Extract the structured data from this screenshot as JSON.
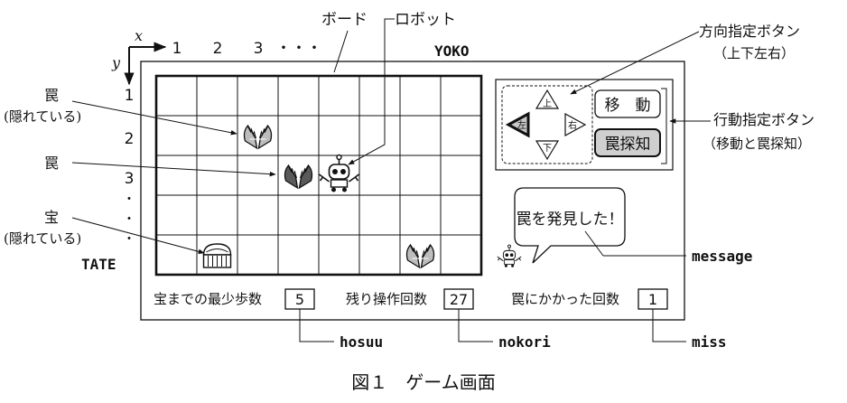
{
  "board": {
    "cols": 8,
    "rows": 5,
    "x_axis_symbol": "x",
    "y_axis_symbol": "y",
    "x_ticks": [
      "1",
      "2",
      "3",
      "・・・"
    ],
    "y_ticks": [
      "1",
      "2",
      "3",
      "・",
      "・",
      "・"
    ],
    "x_axis_name": "YOKO",
    "y_axis_name": "TATE"
  },
  "pieces": {
    "robot": {
      "col": 5,
      "row": 3
    },
    "traps": [
      {
        "col": 3,
        "row": 2,
        "hidden": true
      },
      {
        "col": 4,
        "row": 3,
        "hidden": false
      },
      {
        "col": 7,
        "row": 5,
        "hidden": true
      }
    ],
    "treasure": {
      "col": 2,
      "row": 5,
      "hidden": true
    }
  },
  "controls": {
    "direction": {
      "up": "上",
      "down": "下",
      "left": "左",
      "right": "右",
      "selected": "left"
    },
    "actions": {
      "move": "移　動",
      "detect": "罠探知",
      "selected": "detect"
    }
  },
  "message": {
    "text": "罠を発見した！"
  },
  "status": {
    "hosuu_label": "宝までの最少歩数",
    "hosuu_value": "5",
    "nokori_label": "残り操作回数",
    "nokori_value": "27",
    "miss_label": "罠にかかった回数",
    "miss_value": "1"
  },
  "annotations": {
    "board": "ボード",
    "robot": "ロボット",
    "direction_buttons": "方向指定ボタン",
    "direction_buttons_sub": "（上下左右）",
    "action_buttons": "行動指定ボタン",
    "action_buttons_sub": "（移動と罠探知）",
    "trap_hidden": "罠",
    "trap_hidden_sub": "(隠れている)",
    "trap": "罠",
    "treasure": "宝",
    "treasure_sub": "(隠れている)",
    "message_var": "message",
    "hosuu_var": "hosuu",
    "nokori_var": "nokori",
    "miss_var": "miss"
  },
  "caption": "図１　ゲーム画面"
}
